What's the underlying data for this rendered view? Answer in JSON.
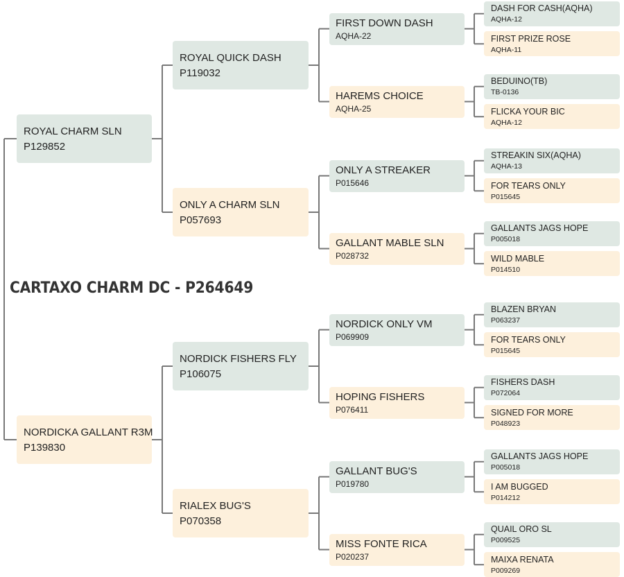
{
  "title": "CARTAXO CHARM DC - P264649",
  "colors": {
    "sire_bg": "#dfe8e3",
    "dam_bg": "#fdf0dc",
    "line": "#777777"
  },
  "pedigree": {
    "sire": {
      "name": "ROYAL CHARM SLN",
      "code": "P129852",
      "sire": {
        "name": "ROYAL QUICK DASH",
        "code": "P119032",
        "sire": {
          "name": "FIRST DOWN DASH",
          "code": "AQHA-22",
          "sire": {
            "name": "DASH FOR CASH(AQHA)",
            "code": "AQHA-12"
          },
          "dam": {
            "name": "FIRST PRIZE ROSE",
            "code": "AQHA-11"
          }
        },
        "dam": {
          "name": "HAREMS CHOICE",
          "code": "AQHA-25",
          "sire": {
            "name": "BEDUINO(TB)",
            "code": "TB-0136"
          },
          "dam": {
            "name": "FLICKA YOUR BIC",
            "code": "AQHA-12"
          }
        }
      },
      "dam": {
        "name": "ONLY A CHARM SLN",
        "code": "P057693",
        "sire": {
          "name": "ONLY A STREAKER",
          "code": "P015646",
          "sire": {
            "name": "STREAKIN SIX(AQHA)",
            "code": "AQHA-13"
          },
          "dam": {
            "name": "FOR TEARS ONLY",
            "code": "P015645"
          }
        },
        "dam": {
          "name": "GALLANT MABLE SLN",
          "code": "P028732",
          "sire": {
            "name": "GALLANTS JAGS HOPE",
            "code": "P005018"
          },
          "dam": {
            "name": "WILD MABLE",
            "code": "P014510"
          }
        }
      }
    },
    "dam": {
      "name": "NORDICKA GALLANT R3M",
      "code": "P139830",
      "sire": {
        "name": "NORDICK FISHERS FLY",
        "code": "P106075",
        "sire": {
          "name": "NORDICK ONLY VM",
          "code": "P069909",
          "sire": {
            "name": "BLAZEN BRYAN",
            "code": "P063237"
          },
          "dam": {
            "name": "FOR TEARS ONLY",
            "code": "P015645"
          }
        },
        "dam": {
          "name": "HOPING FISHERS",
          "code": "P076411",
          "sire": {
            "name": "FISHERS DASH",
            "code": "P072064"
          },
          "dam": {
            "name": "SIGNED FOR MORE",
            "code": "P048923"
          }
        }
      },
      "dam": {
        "name": "RIALEX BUG'S",
        "code": "P070358",
        "sire": {
          "name": "GALLANT BUG'S",
          "code": "P019780",
          "sire": {
            "name": "GALLANTS JAGS HOPE",
            "code": "P005018"
          },
          "dam": {
            "name": "I AM BUGGED",
            "code": "P014212"
          }
        },
        "dam": {
          "name": "MISS FONTE RICA",
          "code": "P020237",
          "sire": {
            "name": "QUAIL ORO SL",
            "code": "P009525"
          },
          "dam": {
            "name": "MAIXA RENATA",
            "code": "P009269"
          }
        }
      }
    }
  }
}
